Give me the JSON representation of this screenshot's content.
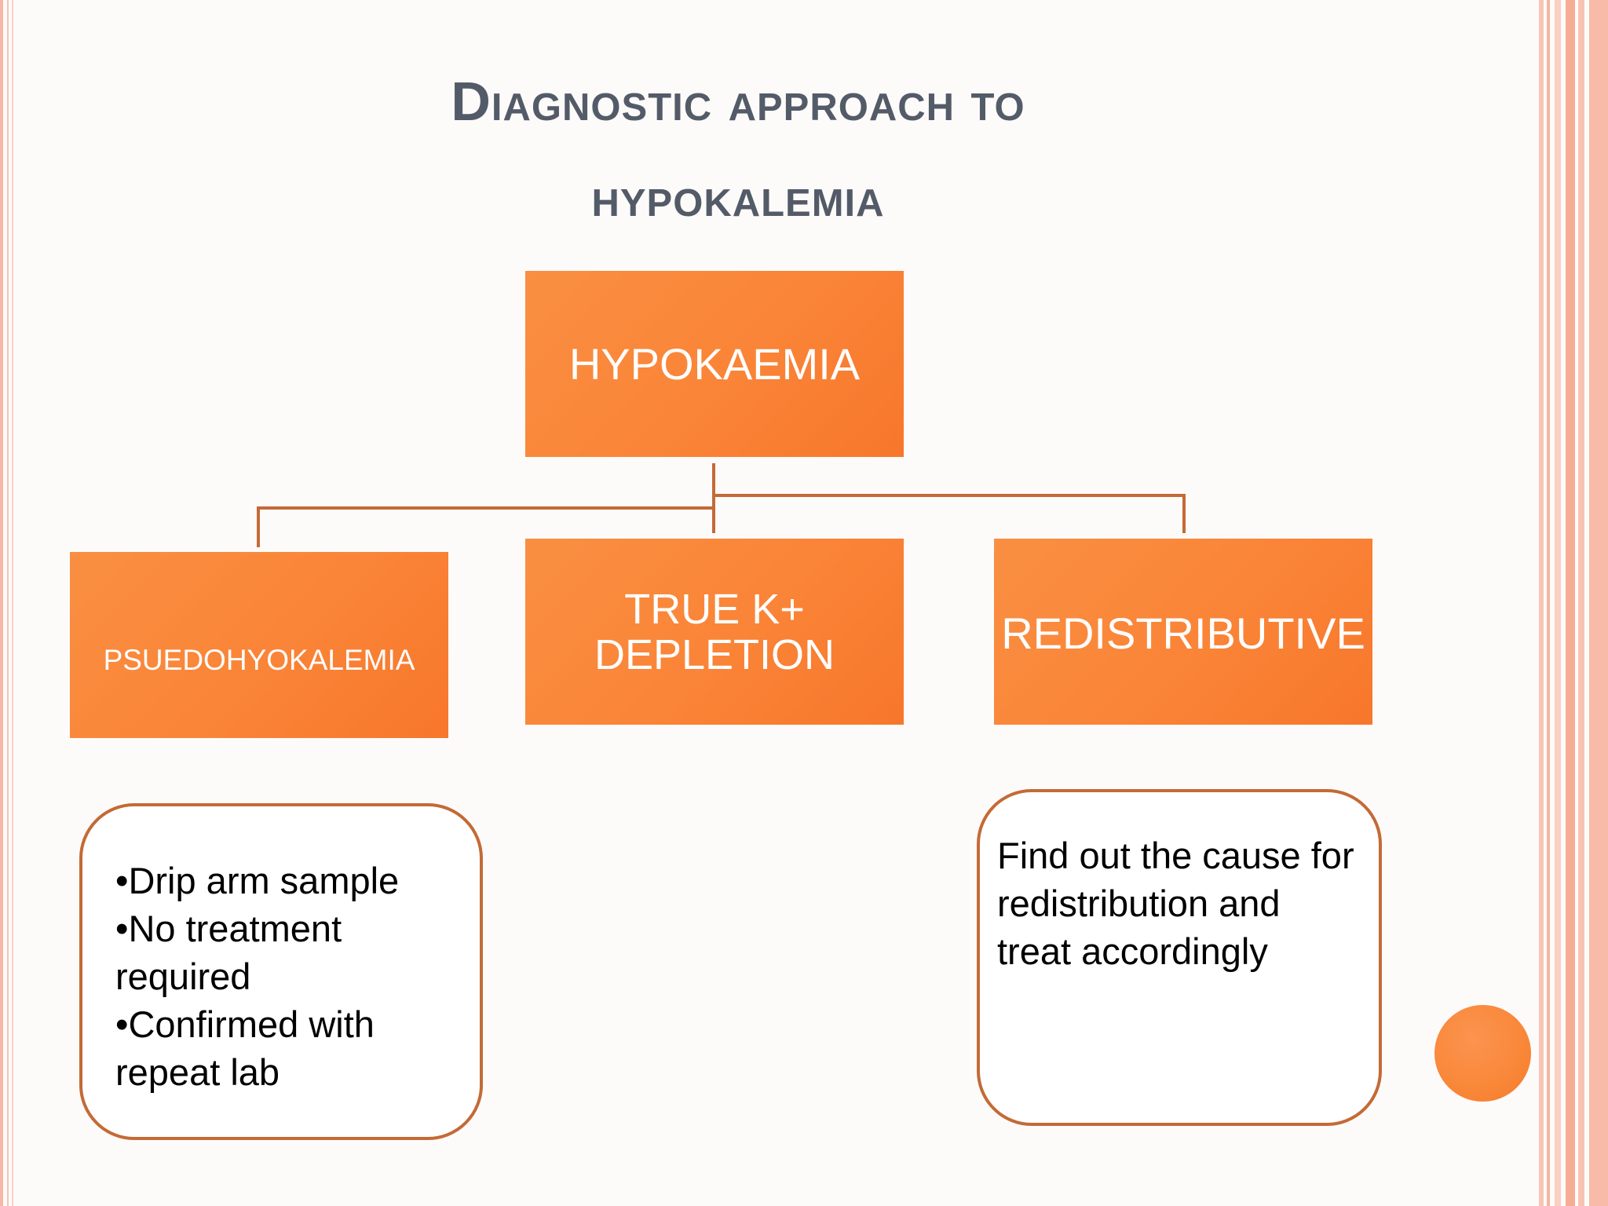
{
  "slide": {
    "title_line1": "Diagnostic approach to",
    "title_line2": "hypokalemia"
  },
  "diagram": {
    "root": {
      "label": "HYPOKAEMIA"
    },
    "children": [
      {
        "label": "PSUEDOHYOKALEMIA"
      },
      {
        "label_line1": "TRUE K+",
        "label_line2": "DEPLETION"
      },
      {
        "label": "REDISTRIBUTIVE"
      }
    ],
    "notes": {
      "left_items": [
        "•Drip arm sample",
        "•No treatment required",
        "•Confirmed with repeat lab"
      ],
      "right_text": "Find out the cause for redistribution and treat accordingly"
    }
  },
  "colors": {
    "box_fill": "#fa8437",
    "connector": "#c46a36",
    "title_text": "#545b68",
    "accent_circle": "#f98738"
  }
}
